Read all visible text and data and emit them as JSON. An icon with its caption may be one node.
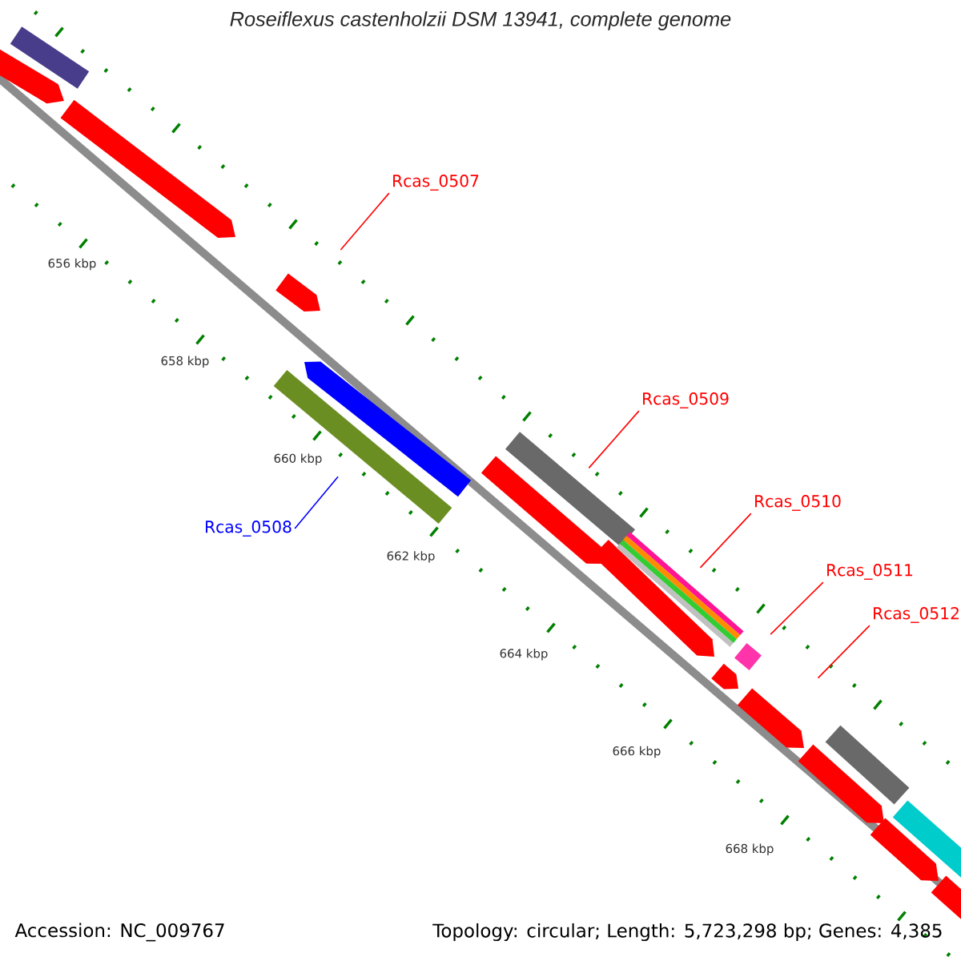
{
  "diagram": {
    "title": "Roseiflexus castenholzii DSM 13941, complete genome",
    "nodes": [
      {
        "text": [],
        "shape": "bar"
      },
      {
        "text": [],
        "shape": "arrow"
      },
      {
        "text": [],
        "shape": "arrow"
      },
      {
        "text": [
          "Rcas_0507"
        ]
      },
      {
        "text": [],
        "shape": "arrow"
      },
      {
        "text": [],
        "shape": "arrow"
      },
      {
        "text": [
          "Rcas_0508"
        ]
      },
      {
        "text": [],
        "shape": "bar"
      },
      {
        "text": [],
        "shape": "arrow"
      },
      {
        "text": [
          "Rcas_0509"
        ]
      },
      {
        "text": [],
        "shape": "bar"
      },
      {
        "text": [],
        "shape": "arrow"
      },
      {
        "text": [
          "Rcas_0510"
        ]
      },
      {
        "text": [],
        "shape": "bar"
      },
      {
        "text": [
          "Rcas_0511"
        ]
      },
      {
        "text": [],
        "shape": "diamond"
      },
      {
        "text": [],
        "shape": "arrow"
      },
      {
        "text": [
          "Rcas_0512"
        ]
      },
      {
        "text": [],
        "shape": "arrow"
      },
      {
        "text": [],
        "shape": "bar"
      },
      {
        "text": [],
        "shape": "arrow"
      },
      {
        "text": [],
        "shape": "bar"
      },
      {
        "text": [],
        "shape": "arrow"
      },
      {
        "text": [],
        "shape": "bar"
      }
    ],
    "edges": [
      {
        "from": 3,
        "to": 4,
        "arrow": "none"
      },
      {
        "from": 6,
        "to": 7,
        "arrow": "none",
        "color": "#0000ff"
      },
      {
        "from": 9,
        "to": 10,
        "arrow": "none"
      },
      {
        "from": 12,
        "to": 13,
        "arrow": "none"
      },
      {
        "from": 14,
        "to": 15,
        "arrow": "none"
      },
      {
        "from": 17,
        "to": 18,
        "arrow": "none"
      }
    ],
    "labels": [
      "656 kbp",
      "658 kbp",
      "660 kbp",
      "662 kbp",
      "664 kbp",
      "666 kbp",
      "668 kbp",
      "Accession: NC_009767",
      "Topology: circular; Length: 5,723,298 bp; Genes: 4,385"
    ]
  }
}
